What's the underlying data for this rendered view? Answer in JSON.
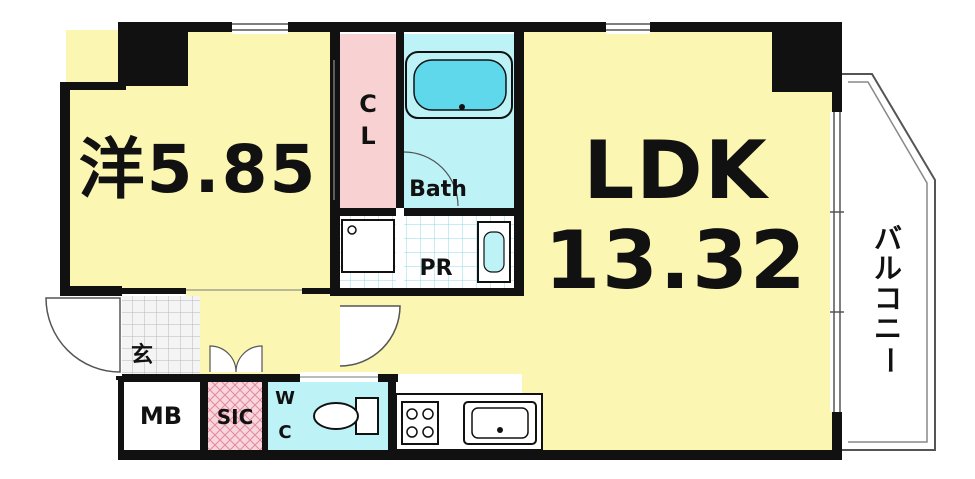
{
  "rooms": {
    "western_room": {
      "label": "洋5.85"
    },
    "ldk": {
      "label_line1": "LDK",
      "label_line2": "13.32"
    },
    "closet": {
      "label_line1": "C",
      "label_line2": "L"
    },
    "bath": {
      "label": "Bath"
    },
    "powder_room": {
      "label": "PR"
    },
    "entrance": {
      "label": "玄"
    },
    "meter_box": {
      "label": "MB"
    },
    "shoe_closet": {
      "label": "SIC"
    },
    "toilet": {
      "label_line1": "W",
      "label_line2": "C"
    },
    "balcony": {
      "label_chars": [
        "バ",
        "ル",
        "コ",
        "ニ",
        "ー"
      ]
    }
  },
  "colors": {
    "room_fill": "#fbf7b3",
    "closet_fill": "#f8d2d2",
    "wet_fill": "#bdf2f7",
    "entrance_fill": "#ececec",
    "shoe_closet_fill": "#f9d6dc",
    "wall": "#111111"
  },
  "icons": [
    "bathtub-icon",
    "washbasin-icon",
    "washing-machine-pan-icon",
    "toilet-icon",
    "gas-stove-icon",
    "kitchen-sink-icon"
  ]
}
